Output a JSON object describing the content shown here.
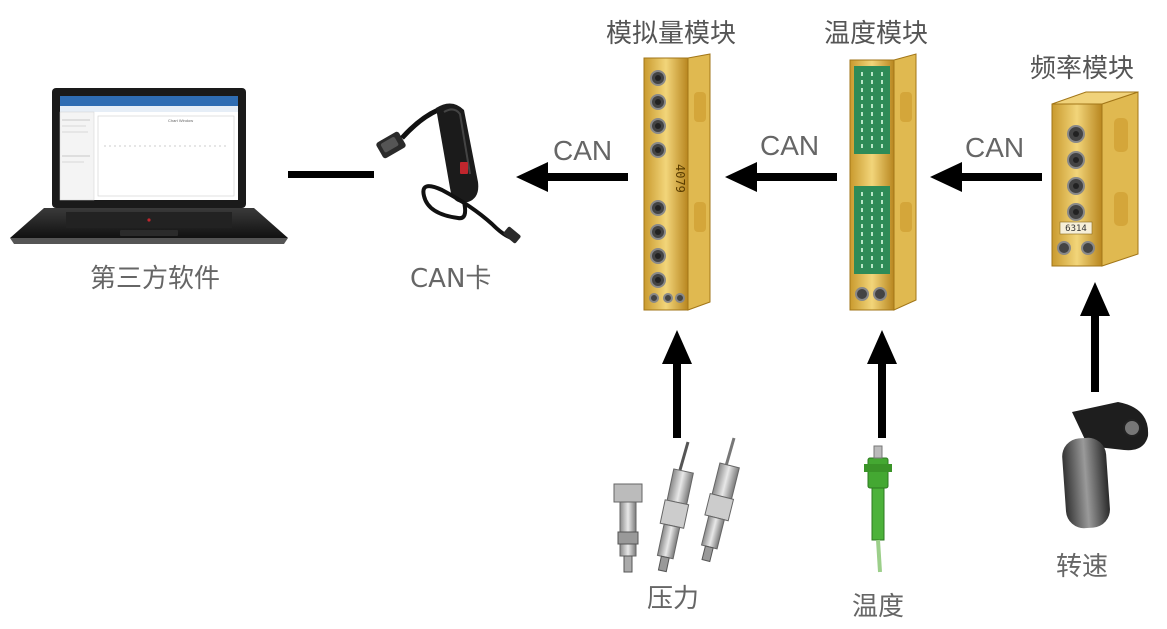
{
  "nodes": {
    "software": "第三方软件",
    "can_card": "CAN卡",
    "analog_module": "模拟量模块",
    "temperature_module": "温度模块",
    "frequency_module": "频率模块",
    "pressure_sensor": "压力",
    "temperature_sensor": "温度",
    "speed_sensor": "转速"
  },
  "edges": {
    "analog_to_card": "CAN",
    "temp_to_analog": "CAN",
    "freq_to_temp": "CAN"
  },
  "module_text": {
    "analog_id": "4079",
    "freq_id": "6314"
  },
  "laptop_screen": {
    "title": "Chart Window"
  },
  "colors": {
    "module_gold": "#d9b24a",
    "arrow": "#000000",
    "label": "#666666",
    "green_strip": "#2e8b57"
  }
}
